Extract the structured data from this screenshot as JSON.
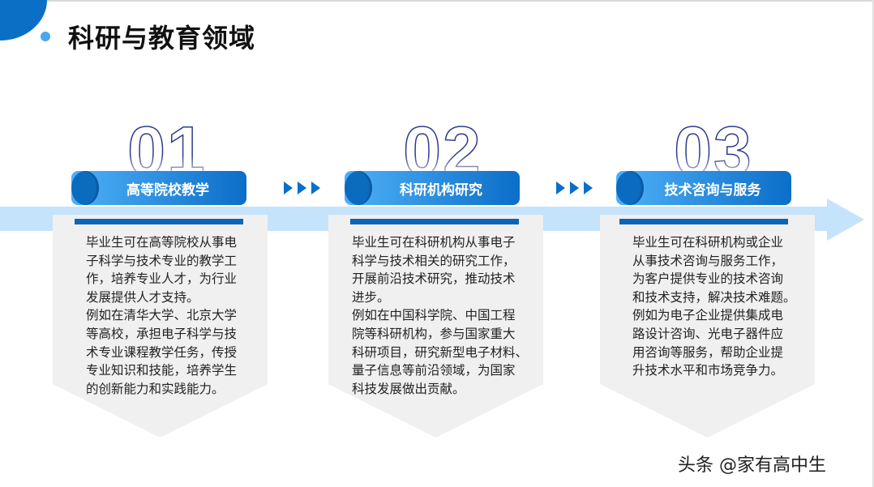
{
  "title": "科研与教育领域",
  "steps": [
    {
      "number": "01",
      "label": "高等院校教学",
      "lines": [
        "毕业生可在高等院校从事电",
        "子科学与技术专业的教学工",
        "作，培养专业人才，为行业",
        "发展提供人才支持。",
        "例如在清华大学、北京大学",
        "等高校，承担电子科学与技",
        "术专业课程教学任务，传授",
        "专业知识和技能，培养学生",
        "的创新能力和实践能力。"
      ]
    },
    {
      "number": "02",
      "label": "科研机构研究",
      "lines": [
        "毕业生可在科研机构从事电子",
        "科学与技术相关的研究工作，",
        "开展前沿技术研究，推动技术",
        "进步。",
        "例如在中国科学院、中国工程",
        "院等科研机构，参与国家重大",
        "科研项目，研究新型电子材料、",
        "量子信息等前沿领域，为国家",
        "科技发展做出贡献。"
      ]
    },
    {
      "number": "03",
      "label": "技术咨询与服务",
      "lines": [
        "毕业生可在科研机构或企业",
        "从事技术咨询与服务工作，",
        "为客户提供专业的技术咨询",
        "和技术支持，解决技术难题。",
        "例如为电子企业提供集成电",
        "路设计咨询、光电子器件应",
        "用咨询等服务，帮助企业提",
        "升技术水平和市场竞争力。"
      ]
    }
  ],
  "watermark": "头条 @家有高中生",
  "colors": {
    "accent": "#0b6ec8",
    "band": "#c5e3fb",
    "card": "#f0f0f0"
  }
}
